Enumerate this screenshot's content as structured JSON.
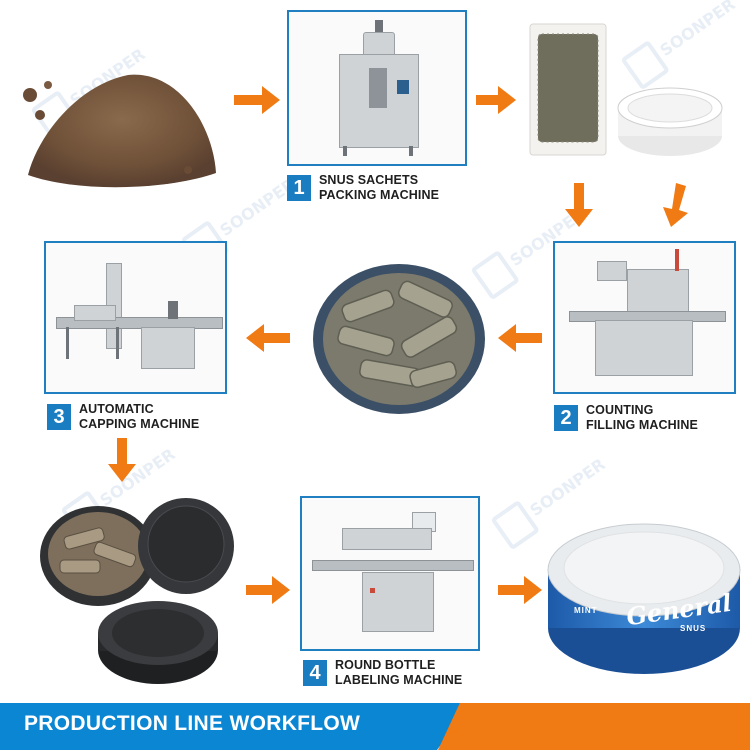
{
  "steps": [
    {
      "num": "1",
      "line1": "SNUS SACHETS",
      "line2": "PACKING MACHINE"
    },
    {
      "num": "2",
      "line1": "COUNTING",
      "line2": "FILLING MACHINE"
    },
    {
      "num": "3",
      "line1": "AUTOMATIC",
      "line2": "CAPPING MACHINE"
    },
    {
      "num": "4",
      "line1": "ROUND BOTTLE",
      "line2": "LABELING MACHINE"
    }
  ],
  "product": {
    "brand": "General",
    "sub": "SNUS",
    "flavor": "MINT"
  },
  "footer": {
    "title": "PRODUCTION LINE WORKFLOW"
  },
  "watermark": {
    "text": "SOONPER"
  },
  "colors": {
    "accent_blue": "#1a7dc2",
    "arrow_orange": "#f07a14",
    "footer_blue": "#0a86d3"
  }
}
